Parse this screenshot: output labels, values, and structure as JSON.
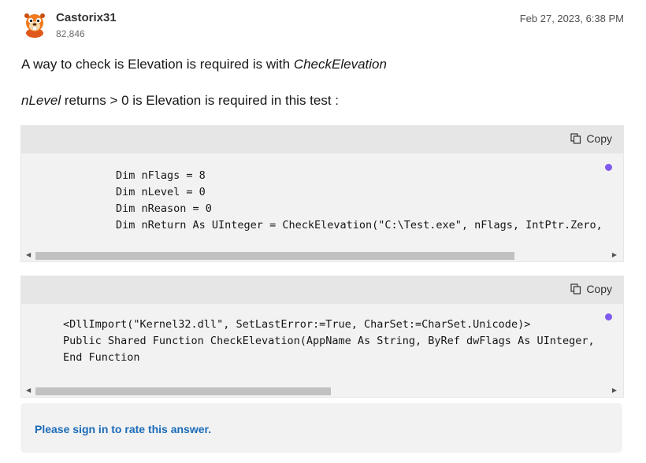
{
  "author": {
    "name": "Castorix31",
    "reputation": "82,846",
    "avatar_icon": "beaver-avatar-icon"
  },
  "timestamp": "Feb 27, 2023, 6:38 PM",
  "paragraphs": {
    "p1_text": "A way to check is Elevation is required is with ",
    "p1_em": "CheckElevation",
    "p2_em": "nLevel",
    "p2_text": " returns > 0 is Elevation is required in this test :"
  },
  "code_blocks": [
    {
      "copy_label": "Copy",
      "code": "Dim nFlags = 8\nDim nLevel = 0\nDim nReason = 0\nDim nReturn As UInteger = CheckElevation(\"C:\\Test.exe\", nFlags, IntPtr.Zero,"
    },
    {
      "copy_label": "Copy",
      "code": "<DllImport(\"Kernel32.dll\", SetLastError:=True, CharSet:=CharSet.Unicode)>\nPublic Shared Function CheckElevation(AppName As String, ByRef dwFlags As UInteger,\nEnd Function"
    }
  ],
  "signin": {
    "label": "Please sign in to rate this answer."
  },
  "colors": {
    "accent_dot": "#7f5af0",
    "link": "#1a6bb8",
    "code_bg": "#f2f2f2"
  }
}
